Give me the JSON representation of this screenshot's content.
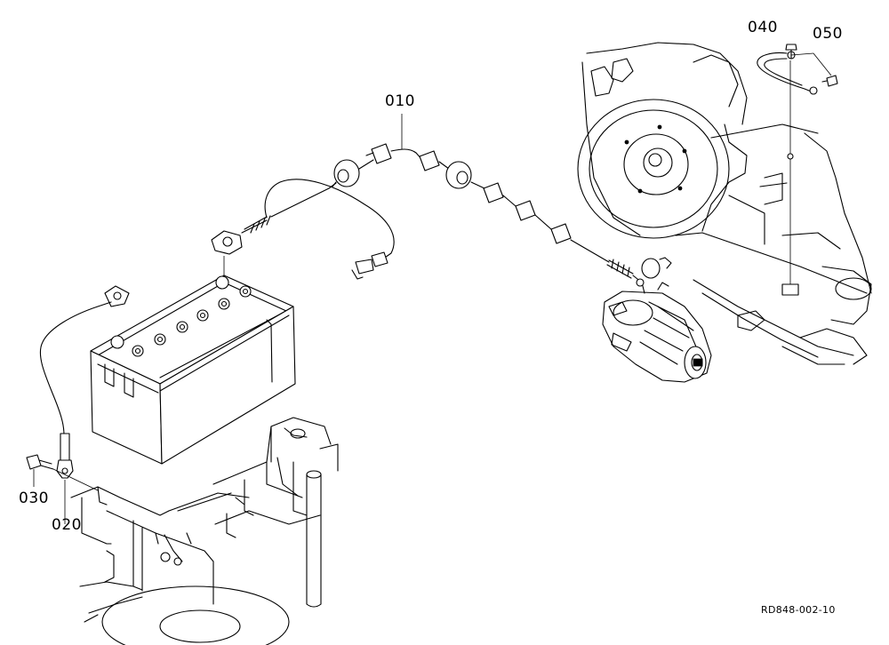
{
  "callouts": {
    "c010": "010",
    "c020": "020",
    "c030": "030",
    "c040": "040",
    "c050": "050"
  },
  "drawing_ref": "RD848-002-10"
}
